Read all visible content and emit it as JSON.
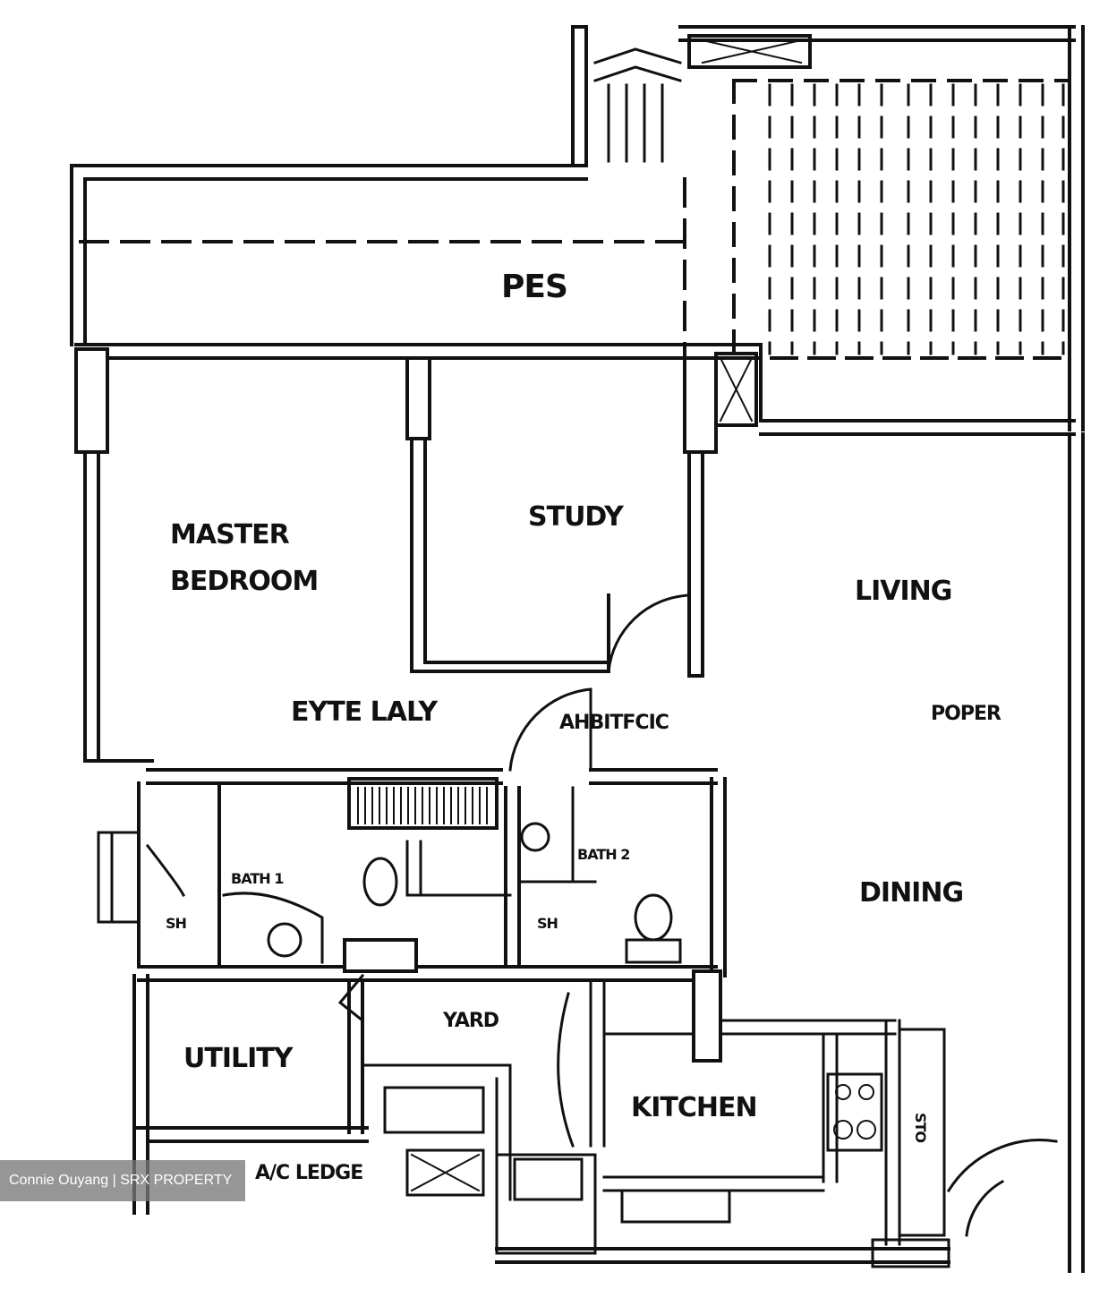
{
  "labels": {
    "pes": "PES",
    "master_bedroom_1": "MASTER",
    "master_bedroom_2": "BEDROOM",
    "study": "STUDY",
    "living": "LIVING",
    "dining": "DINING",
    "entry_hall": "EYTE LALY",
    "center_hall": "AHBITFCIC",
    "foyer": "POPER",
    "bath1": "BATH 1",
    "bath2": "BATH 2",
    "sh1": "SH",
    "sh2": "SH",
    "utility": "UTILITY",
    "yard": "YARD",
    "kitchen": "KITCHEN",
    "ac_ledge": "A/C LEDGE",
    "store": "STO"
  },
  "watermark": "Connie Ouyang | SRX PROPERTY"
}
